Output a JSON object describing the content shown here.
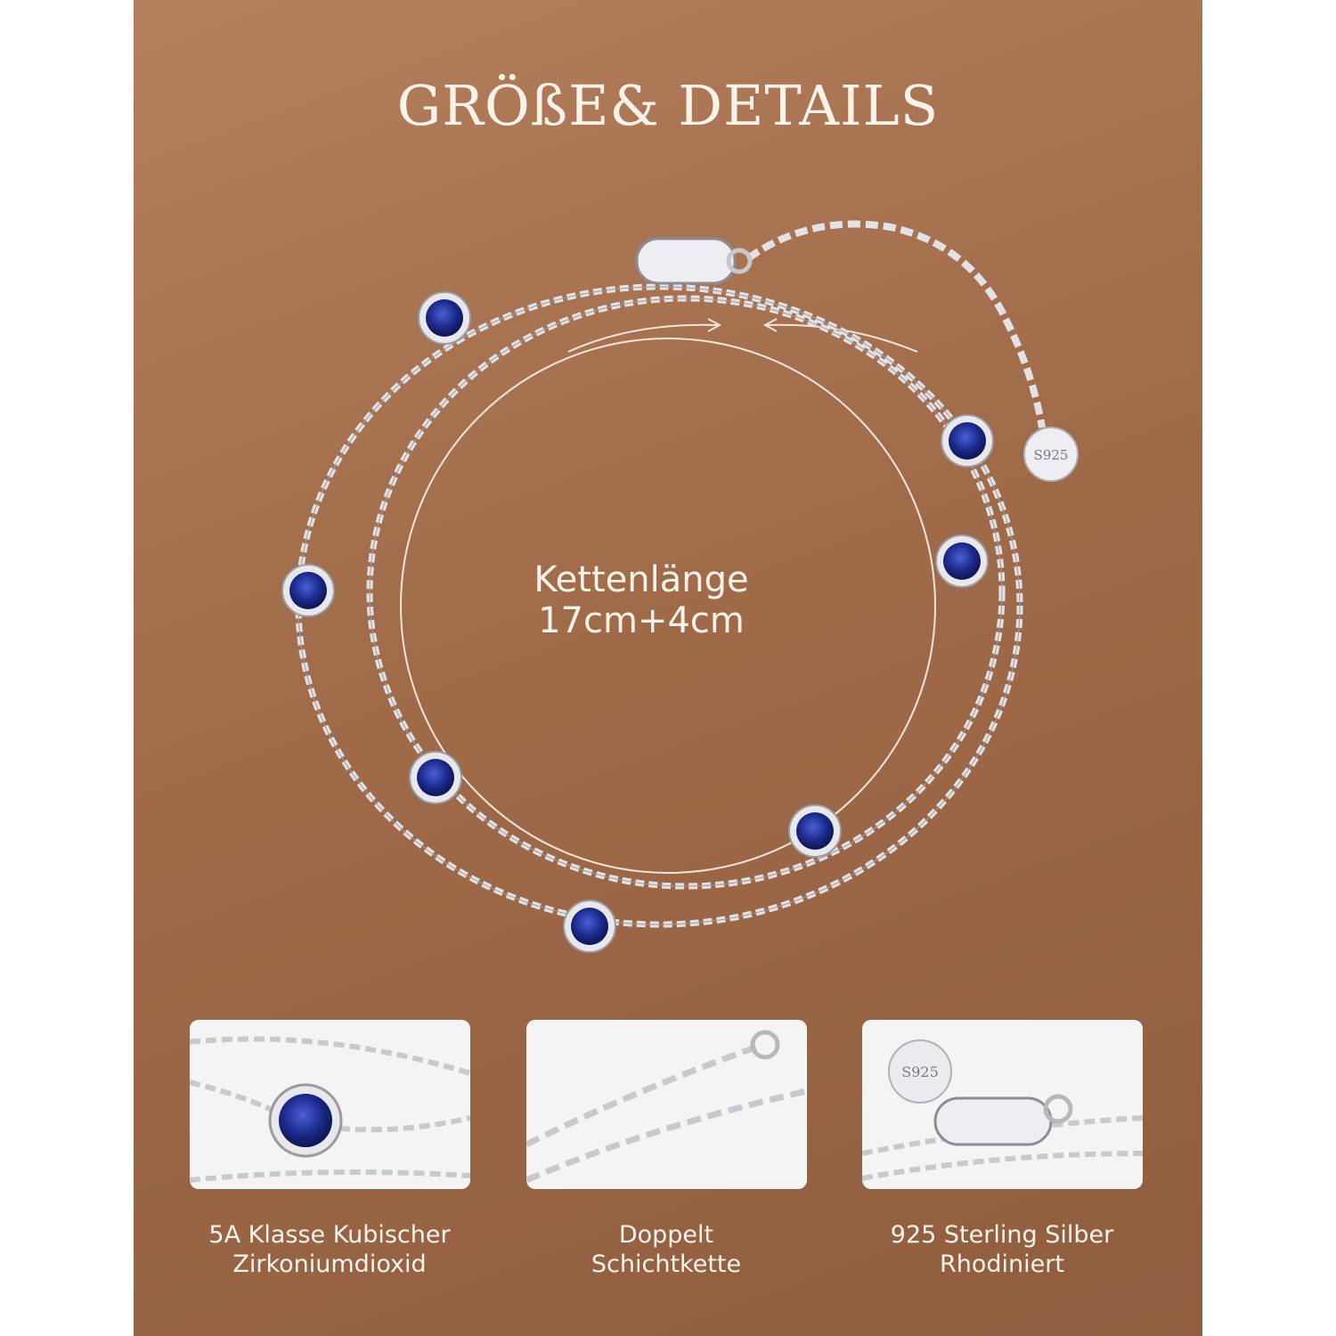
{
  "header": {
    "title": "GRÖßE& DETAILS"
  },
  "center": {
    "line1": "Kettenlänge",
    "line2": "17cm+4cm"
  },
  "clasp_tag": "S925",
  "features": [
    {
      "line1": "5A Klasse Kubischer",
      "line2": "Zirkoniumdioxid",
      "tag": ""
    },
    {
      "line1": "Doppelt",
      "line2": "Schichtkette",
      "tag": ""
    },
    {
      "line1": "925 Sterling Silber",
      "line2": "Rhodiniert",
      "tag": "S925"
    }
  ],
  "colors": {
    "background": "#a06b49",
    "text": "#fbf3ea",
    "gem": "#1c2a8c",
    "silver": "#d8d8dc"
  }
}
